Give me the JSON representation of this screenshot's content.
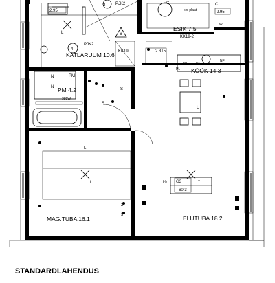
{
  "title": "STANDARDLAHENDUS",
  "rooms": {
    "katlaruum": "KATLARUUM 10.6",
    "esik": "ESIK 7.5",
    "kook": "KÖÖK 14.3",
    "magtuba": "MAG.TUBA 16.1",
    "elutuba": "ELUTUBA 18.2",
    "wc": "PM 4.2"
  },
  "tags": {
    "area_tl": "2.95",
    "area_tr": "2.95",
    "area_315": "2.315",
    "pjk2_top": "PJK2",
    "pjk2_mid": "PJK2",
    "kk19": "KK19",
    "kk19_2": "KK19-2",
    "ker_plaat": "ker plaat",
    "w": "W",
    "radiator": "385W",
    "pm": "PM",
    "group_num": "19",
    "group_id": "G3",
    "group_area": "60.3",
    "nf": "NF",
    "fk": "FK",
    "va": "VA",
    "pl": "PL",
    "t": "T",
    "num2": "2",
    "num4": "4",
    "num6": "6"
  },
  "symbols": {
    "s": "S",
    "n": "N",
    "l": "L",
    "x": "X",
    "c": "C",
    "two": "2",
    "three": "3"
  }
}
